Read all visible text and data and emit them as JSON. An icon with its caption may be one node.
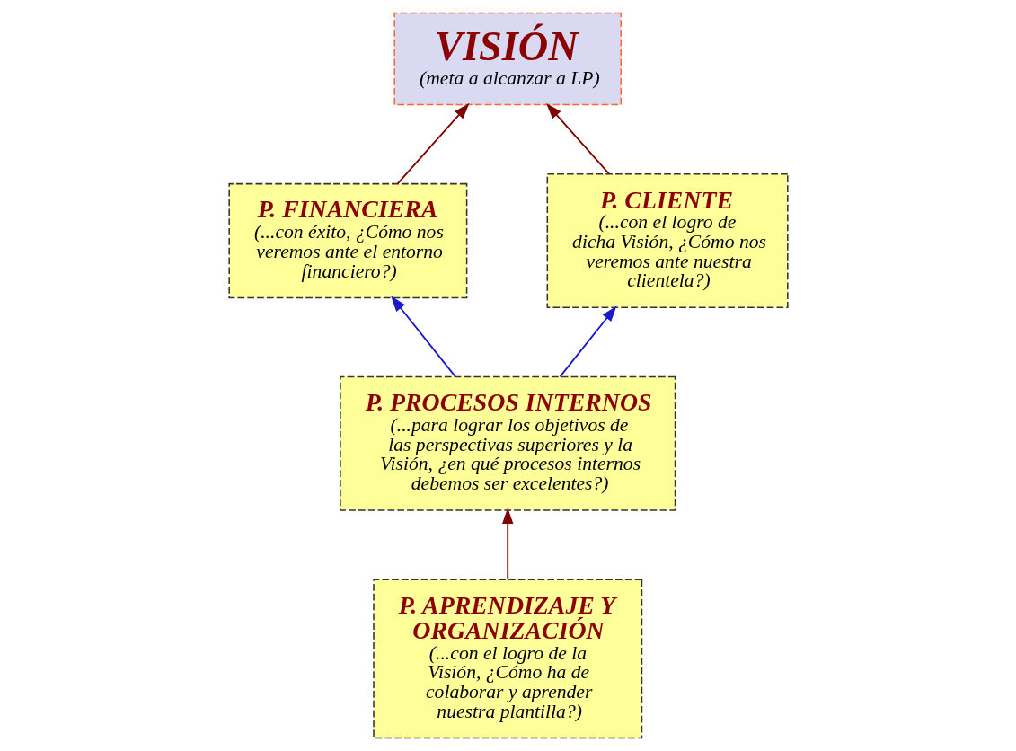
{
  "diagram": {
    "nodes": [
      {
        "text": [
          "VISIÓN",
          "(meta a alcanzar a LP)"
        ]
      },
      {
        "text": [
          "P. FINANCIERA",
          "(...con éxito, ¿Cómo nos veremos ante el entorno financiero?)"
        ]
      },
      {
        "text": [
          "P. CLIENTE",
          "(...con el logro de dicha Visión, ¿Cómo nos veremos ante nuestra clientela?)"
        ]
      },
      {
        "text": [
          "P. PROCESOS INTERNOS",
          "(...para lograr los objetivos de las perspectivas superiores y la Visión, ¿en qué procesos internos debemos ser excelentes?)"
        ]
      },
      {
        "text": [
          "P. APRENDIZAJE Y ORGANIZACIÓN",
          "(...con el logro de la Visión, ¿Cómo ha de colaborar y aprender nuestra plantilla?)"
        ]
      }
    ],
    "edges": [
      {
        "from": 1,
        "to": 0,
        "arrow": "to"
      },
      {
        "from": 2,
        "to": 0,
        "arrow": "to"
      },
      {
        "from": 3,
        "to": 1,
        "arrow": "to",
        "color": "#1a1acc"
      },
      {
        "from": 3,
        "to": 2,
        "arrow": "to",
        "color": "#1a1acc"
      },
      {
        "from": 4,
        "to": 3,
        "arrow": "to"
      }
    ]
  }
}
